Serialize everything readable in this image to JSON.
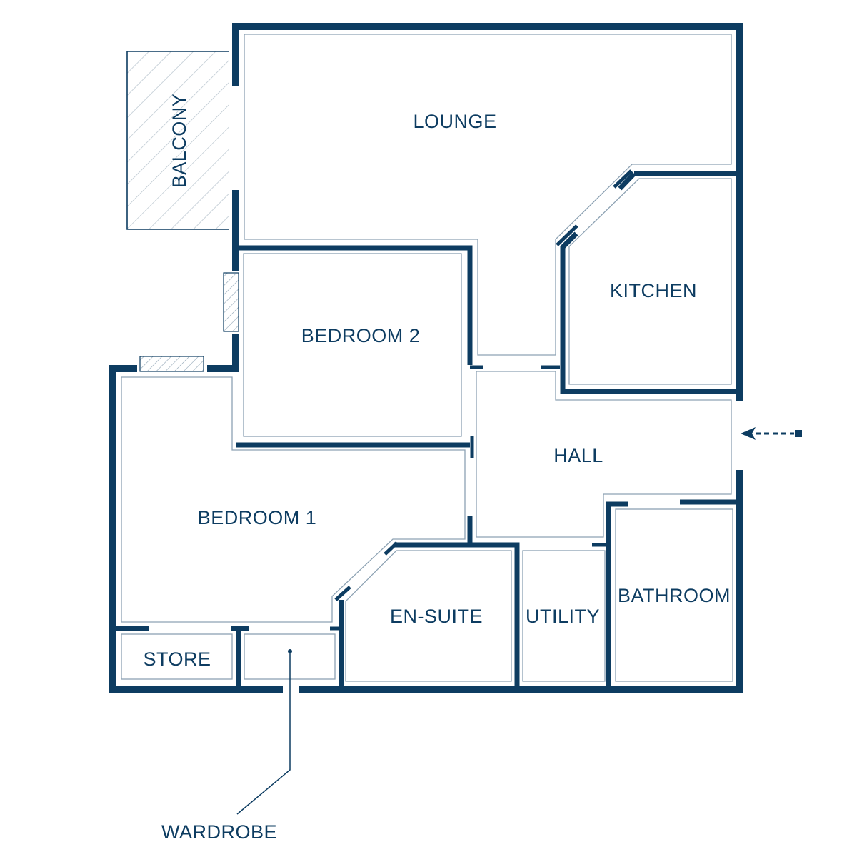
{
  "plan": {
    "title": "",
    "rooms": {
      "lounge": "LOUNGE",
      "balcony": "BALCONY",
      "kitchen": "KITCHEN",
      "bedroom2": "BEDROOM 2",
      "bedroom1": "BEDROOM 1",
      "hall": "HALL",
      "ensuite": "EN-SUITE",
      "utility": "UTILITY",
      "bathroom": "BATHROOM",
      "store": "STORE",
      "wardrobe": "WARDROBE"
    }
  },
  "colors": {
    "wall": "#0d3c61",
    "inner_line": "#8da2b3",
    "hatch": "#b6c2cc",
    "background": "#ffffff"
  },
  "icons": {
    "entrance": "entrance-arrow-icon"
  }
}
